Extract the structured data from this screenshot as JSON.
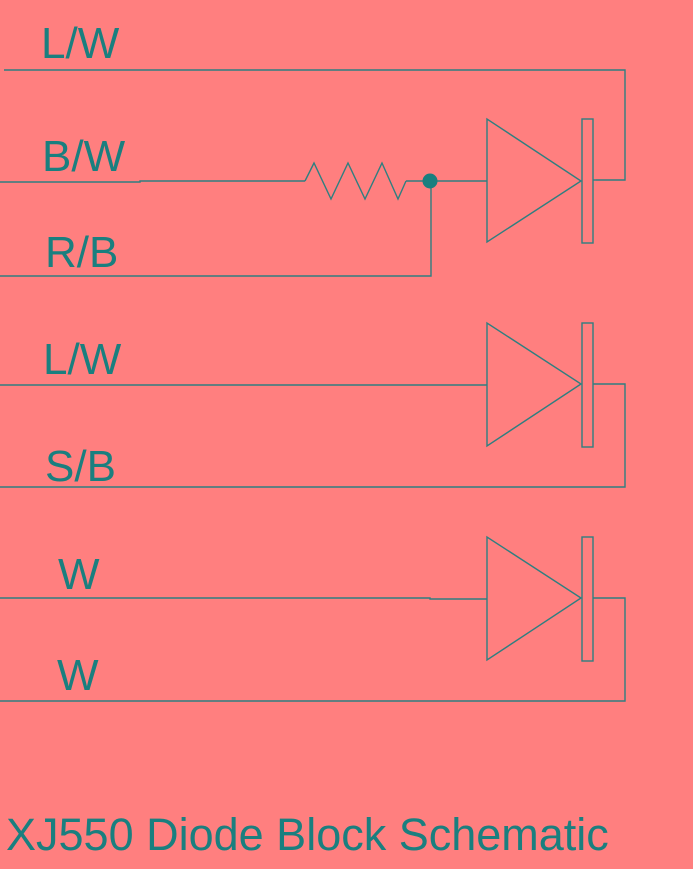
{
  "title": "XJ550 Diode Block Schematic",
  "colors": {
    "background": "#FF7F7F",
    "ink": "#1A7F7F",
    "wire": "#2E7F80"
  },
  "labels": {
    "wire1": "L/W",
    "wire2": "B/W",
    "wire3": "R/B",
    "wire4": "L/W",
    "wire5": "S/B",
    "wire6": "W",
    "wire7": "W"
  },
  "components": {
    "diodes": 3,
    "resistors": 1,
    "junctions": 1
  }
}
